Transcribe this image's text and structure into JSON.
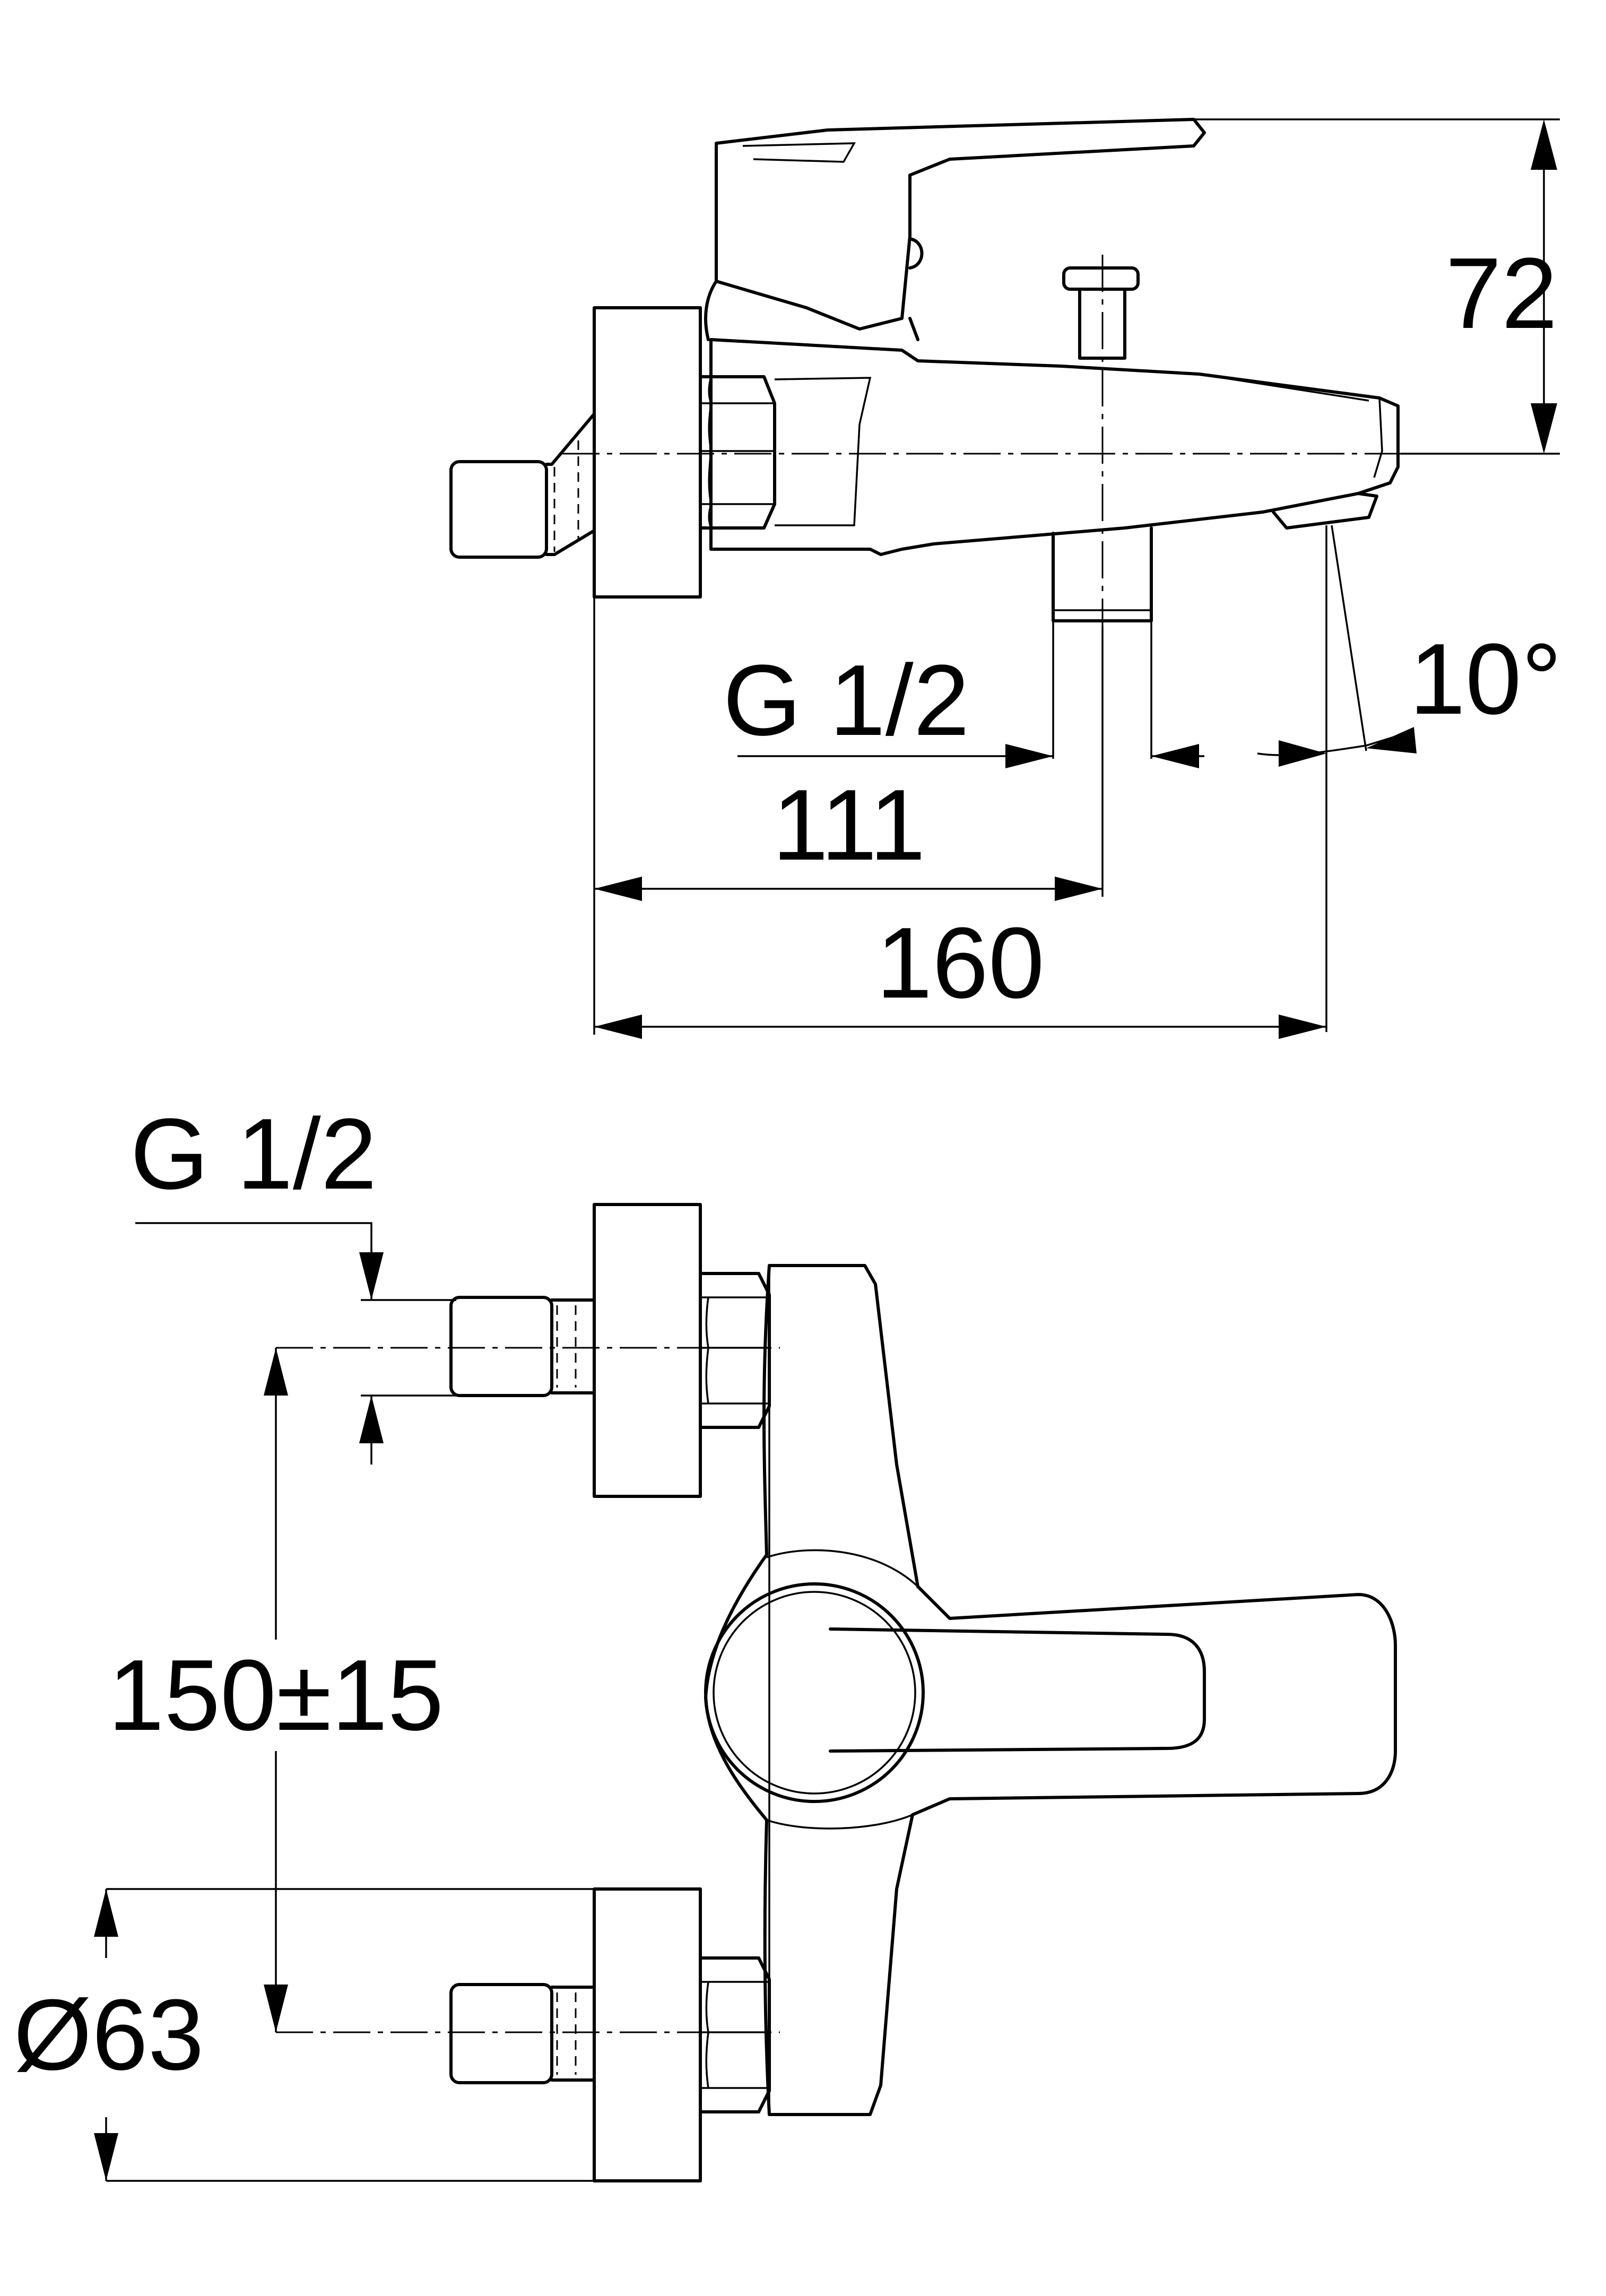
{
  "dimensions": {
    "height_spout": "72",
    "thread_outlet": "G 1/2",
    "angle_outlet": "10°",
    "length_to_outlet": "111",
    "length_total": "160",
    "thread_inlet": "G 1/2",
    "center_distance": "150±15",
    "rosette_diameter": "Ø63"
  }
}
